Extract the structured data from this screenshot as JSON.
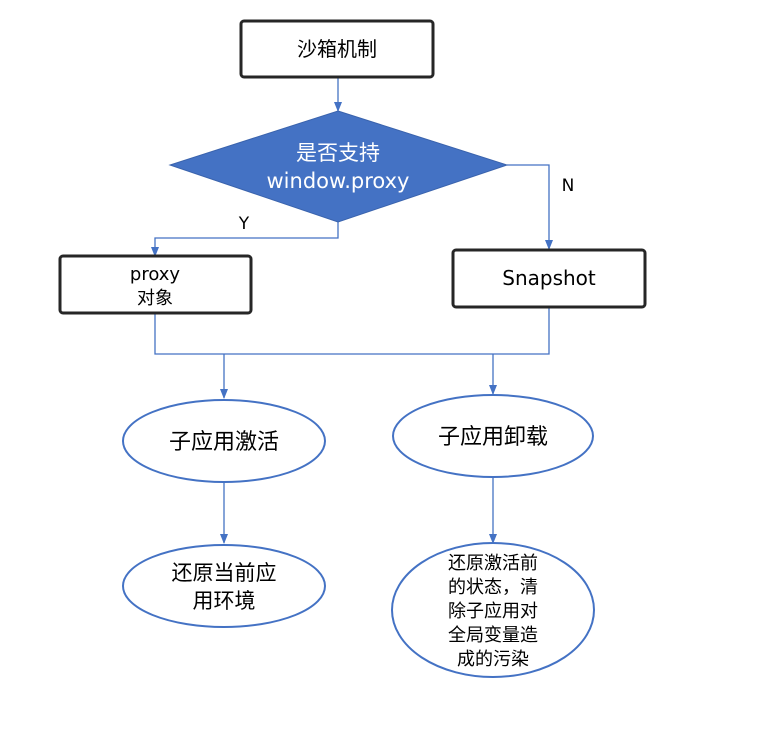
{
  "nodes": {
    "start": {
      "text": "沙箱机制"
    },
    "decision": {
      "line1": "是否支持",
      "line2": "window.proxy"
    },
    "proxy": {
      "line1": "proxy",
      "line2": "对象"
    },
    "snapshot": {
      "text": "Snapshot"
    },
    "activate": {
      "text": "子应用激活"
    },
    "unload": {
      "text": "子应用卸载"
    },
    "restore_env": {
      "line1": "还原当前应",
      "line2": "用环境"
    },
    "restore_state": {
      "line1": "还原激活前",
      "line2": "的状态，清",
      "line3": "除子应用对",
      "line4": "全局变量造",
      "line5": "成的污染"
    }
  },
  "edges": {
    "yes_label": "Y",
    "no_label": "N"
  },
  "colors": {
    "diamond_fill": "#4472c4",
    "edge": "#4472c4",
    "box_border": "#262626",
    "ellipse_border": "#4472c4"
  }
}
